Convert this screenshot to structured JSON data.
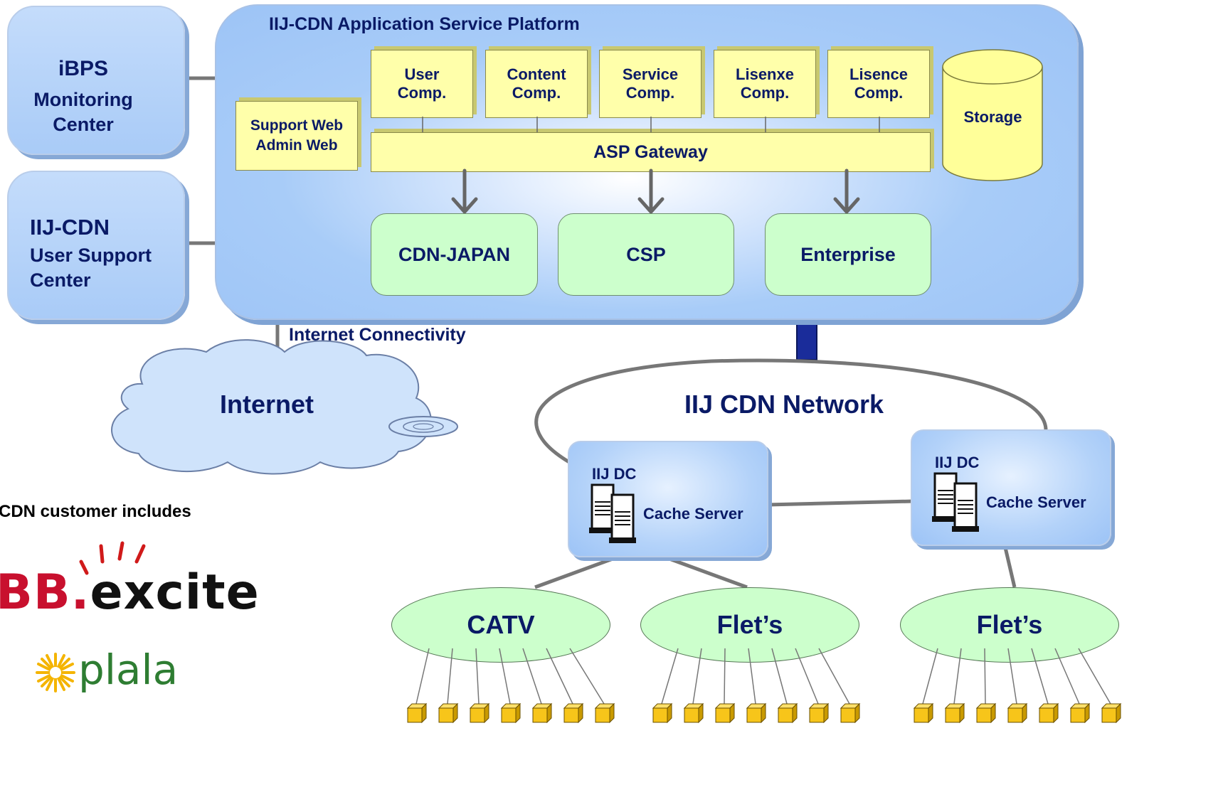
{
  "monitoring": {
    "line1": "iBPS",
    "line2": "Monitoring\nCenter"
  },
  "support_center": {
    "line1": "IIJ-CDN",
    "line2": "User Support\nCenter"
  },
  "platform": {
    "title": "IIJ-CDN Application Service Platform",
    "components": [
      "User\nComp.",
      "Content\nComp.",
      "Service\nComp.",
      "Lisenxe\nComp.",
      "Lisence\nComp."
    ],
    "support_web": "Support Web\nAdmin Web",
    "storage": "Storage",
    "gateway": "ASP Gateway",
    "services": [
      "CDN-JAPAN",
      "CSP",
      "Enterprise"
    ]
  },
  "internet_connectivity": "Internet Connectivity",
  "internet": "Internet",
  "network_label": "IIJ CDN Network",
  "datacenters": [
    {
      "title": "IIJ DC",
      "server": "Cache Server"
    },
    {
      "title": "IIJ DC",
      "server": "Cache Server"
    }
  ],
  "access_networks": [
    "CATV",
    "Flet’s",
    "Flet’s"
  ],
  "customers": {
    "heading": "CDN customer includes",
    "logos": [
      "BB.excite",
      "plala"
    ]
  },
  "colors": {
    "text": "#0a1a66",
    "component": "#ffffaa",
    "service": "#ccffcc",
    "panel": "#a9cbf7"
  }
}
